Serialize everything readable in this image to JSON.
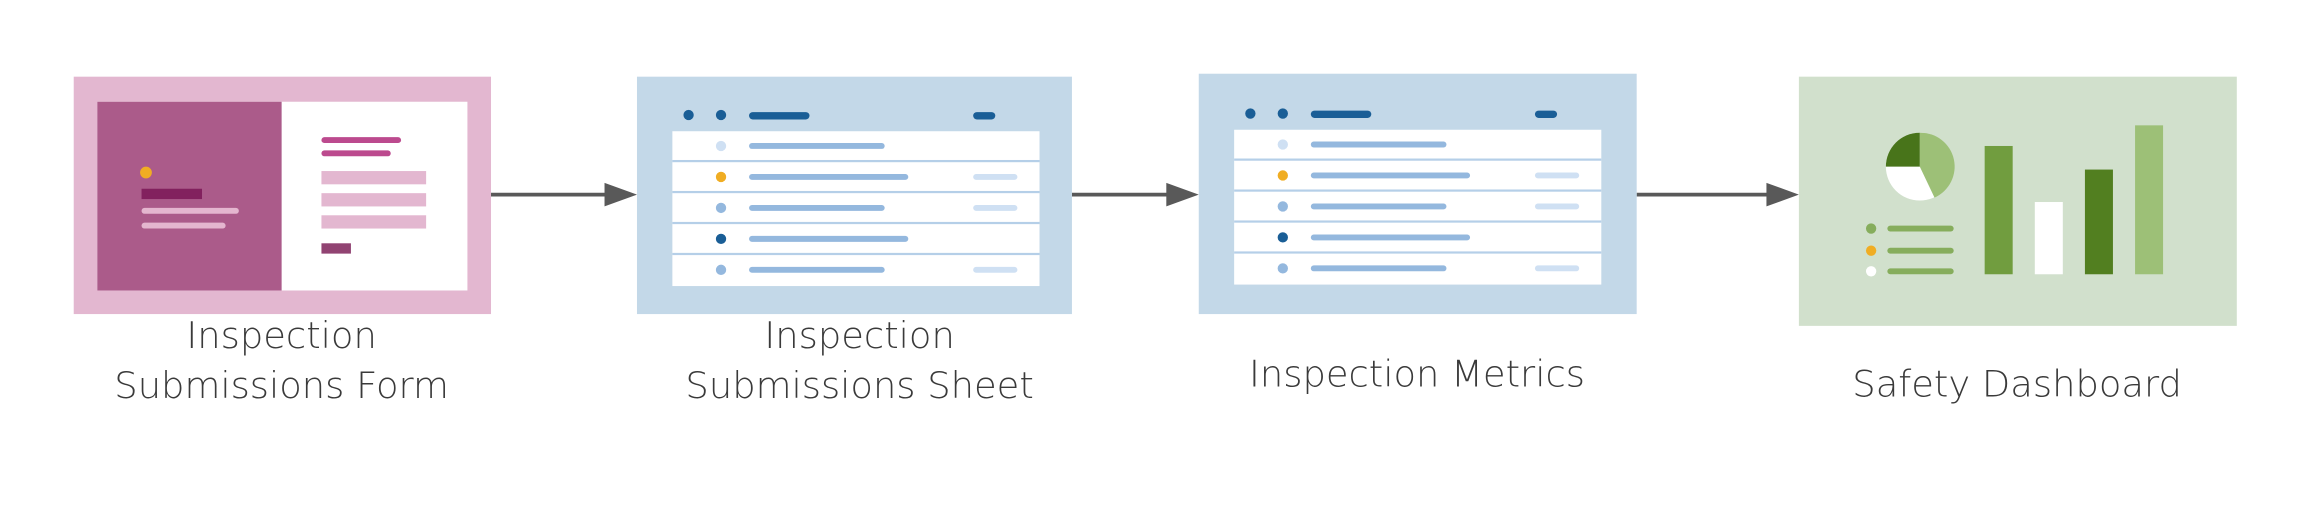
{
  "nodes": [
    {
      "label_lines": [
        "Inspection",
        "Submissions Form"
      ],
      "color": "#e3b7d0"
    },
    {
      "label_lines": [
        "Inspection",
        "Submissions Sheet"
      ],
      "color": "#c3d8e8"
    },
    {
      "label_lines": [
        "Inspection Metrics"
      ],
      "color": "#c3d8e8"
    },
    {
      "label_lines": [
        "Safety Dashboard"
      ],
      "color": "#d1e0cc"
    }
  ],
  "edges": [
    {
      "from": "Inspection Submissions Form",
      "to": "Inspection Submissions Sheet"
    },
    {
      "from": "Inspection Submissions Sheet",
      "to": "Inspection Metrics"
    },
    {
      "from": "Inspection Metrics",
      "to": "Safety Dashboard"
    }
  ],
  "colors": {
    "arrow": "#595959",
    "accent_yellow": "#f0ad23",
    "dark_blue": "#1a5e96",
    "dark_green": "#48741a"
  }
}
